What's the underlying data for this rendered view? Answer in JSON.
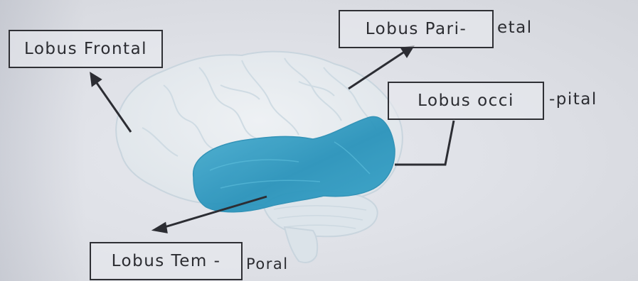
{
  "colors": {
    "paper": "#dfe1e7",
    "brain_outline": "#c7d3dc",
    "temporal_fill": "#2f9cc0",
    "ink": "#2b2c31"
  },
  "labels": {
    "frontal": "Lobus Frontal",
    "parietal": "Lobus Pari-",
    "parietal_suffix": "etal",
    "occipital": "Lobus occi",
    "occipital_suffix": "-pital",
    "temporal": "Lobus Tem -",
    "temporal_suffix": "Poral"
  }
}
